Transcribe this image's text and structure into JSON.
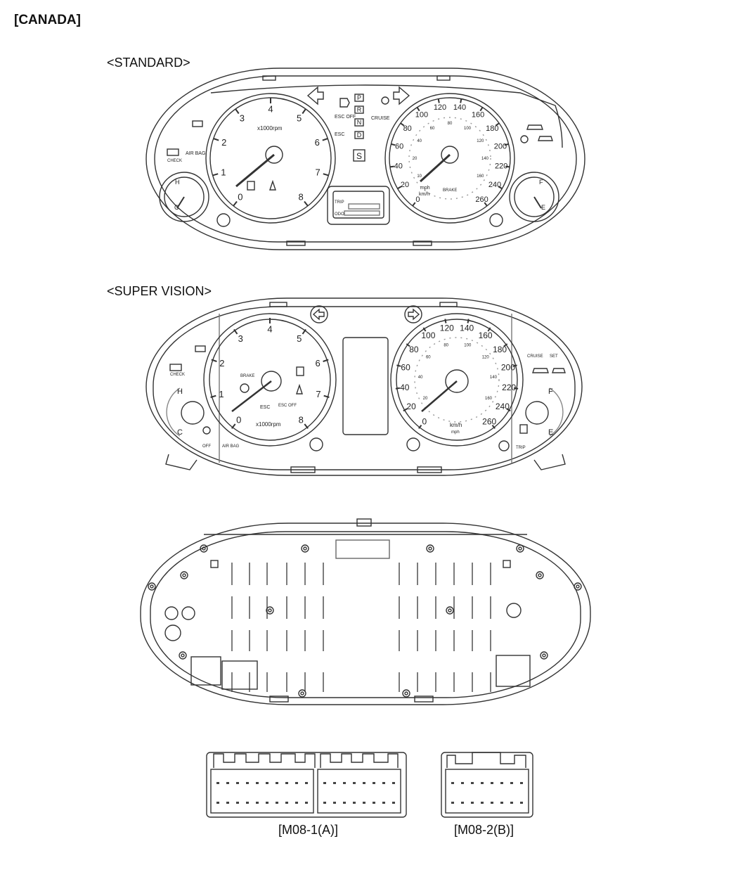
{
  "region": "[CANADA]",
  "standard": {
    "label": "<STANDARD>",
    "tach": {
      "unit": "x1000rpm",
      "ticks": [
        "0",
        "1",
        "2",
        "3",
        "4",
        "5",
        "6",
        "7",
        "8"
      ]
    },
    "speedo": {
      "ticks": [
        "0",
        "20",
        "40",
        "60",
        "80",
        "100",
        "120",
        "140",
        "160",
        "180",
        "200",
        "220",
        "240",
        "260"
      ],
      "inner_ticks": [
        "10",
        "20",
        "40",
        "60",
        "80",
        "100",
        "120",
        "140",
        "160"
      ],
      "unit_top": "mph",
      "unit_bottom": "km/h"
    },
    "temp": {
      "high": "H",
      "low": "C"
    },
    "fuel": {
      "full": "F",
      "empty": "E"
    },
    "gear": [
      "P",
      "R",
      "N",
      "D"
    ],
    "sport_mode": "S",
    "indicators": {
      "esc_off": "ESC OFF",
      "esc": "ESC",
      "cruise": "CRUISE",
      "air_bag": "AIR BAG",
      "brake": "BRAKE",
      "check": "CHECK"
    },
    "lcd": {
      "trip": "TRIP",
      "odo": "ODO"
    }
  },
  "supervision": {
    "label": "<SUPER VISION>",
    "tach": {
      "unit": "x1000rpm",
      "ticks": [
        "0",
        "1",
        "2",
        "3",
        "4",
        "5",
        "6",
        "7",
        "8"
      ]
    },
    "speedo": {
      "ticks": [
        "0",
        "20",
        "40",
        "60",
        "80",
        "100",
        "120",
        "140",
        "160",
        "180",
        "200",
        "220",
        "240",
        "260"
      ],
      "inner_ticks": [
        "20",
        "40",
        "60",
        "80",
        "100",
        "120",
        "140",
        "160"
      ],
      "unit_top": "km/h",
      "unit_bottom": "mph"
    },
    "temp": {
      "high": "H",
      "low": "C"
    },
    "fuel": {
      "full": "F",
      "empty": "E"
    },
    "indicators": {
      "esc": "ESC",
      "esc_off": "ESC OFF",
      "brake": "BRAKE",
      "cruise": "CRUISE",
      "set": "SET",
      "air_bag": "AIR BAG",
      "off": "OFF",
      "check": "CHECK",
      "trip": "TRIP"
    }
  },
  "connectors": {
    "a_label": "[M08-1(A)]",
    "b_label": "[M08-2(B)]"
  }
}
